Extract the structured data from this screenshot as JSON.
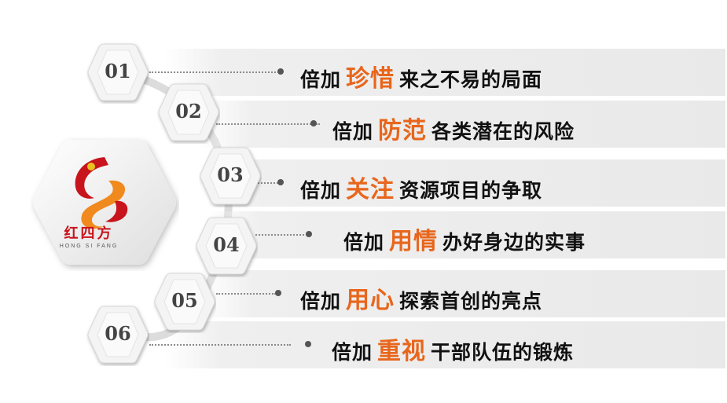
{
  "logo": {
    "name_zh": "红四方",
    "name_en": "HONG SI FANG"
  },
  "items": [
    {
      "num": "01",
      "prefix": "倍加",
      "keyword": "珍惜",
      "suffix": "来之不易的局面"
    },
    {
      "num": "02",
      "prefix": "倍加",
      "keyword": "防范",
      "suffix": "各类潜在的风险"
    },
    {
      "num": "03",
      "prefix": "倍加",
      "keyword": "关注",
      "suffix": "资源项目的争取"
    },
    {
      "num": "04",
      "prefix": "倍加",
      "keyword": "用情",
      "suffix": "办好身边的实事"
    },
    {
      "num": "05",
      "prefix": "倍加",
      "keyword": "用心",
      "suffix": "探索首创的亮点"
    },
    {
      "num": "06",
      "prefix": "倍加",
      "keyword": "重视",
      "suffix": "干部队伍的锻炼"
    }
  ],
  "colors": {
    "keyword": "#e8661c",
    "text": "#111111",
    "logo_red": "#c8141c",
    "logo_orange": "#f08a1e"
  }
}
